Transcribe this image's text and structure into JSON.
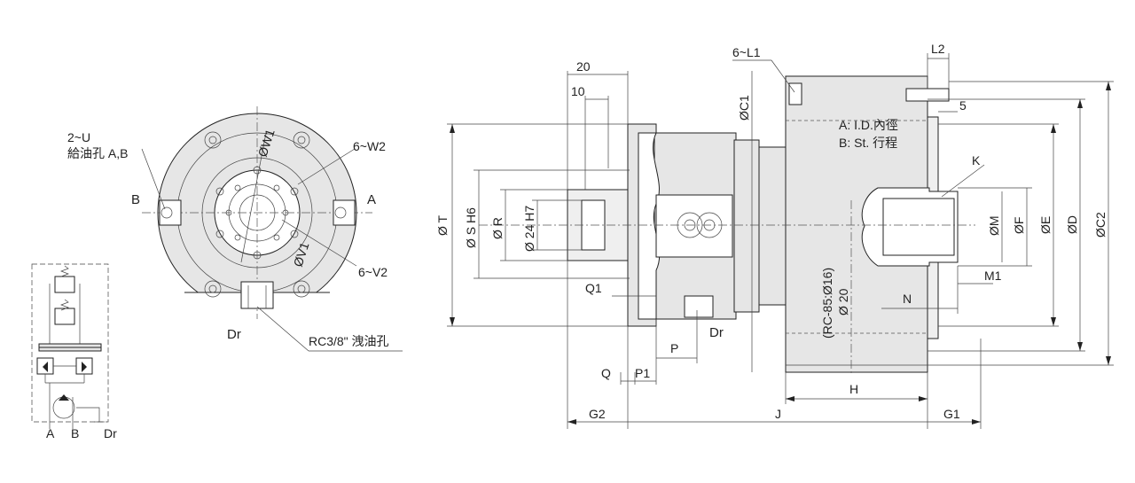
{
  "front_view": {
    "callouts": {
      "supply_qty": "2~U",
      "supply_desc": "給油孔 A,B",
      "port_b": "B",
      "port_a": "A",
      "hole_w2": "6~W2",
      "dia_w1": "ØW1",
      "dia_v1": "ØV1",
      "hole_v2": "6~V2",
      "drain": "Dr",
      "drain_port": "RC3/8\" 洩油孔"
    }
  },
  "circuit": {
    "labels": {
      "a": "A",
      "b": "B",
      "dr": "Dr"
    }
  },
  "side_view": {
    "top": {
      "dim_20": "20",
      "dim_10": "10",
      "l1": "6~L1",
      "c1": "ØC1",
      "l2": "L2",
      "dim_5": "5",
      "k": "K"
    },
    "notes": {
      "a": "A: I.D.內徑",
      "b": "B: St. 行程"
    },
    "left_dims": {
      "t": "Ø T",
      "s": "Ø S  H6",
      "r": "Ø R",
      "h7": "Ø 24 H7"
    },
    "right_dims": {
      "m": "ØM",
      "f": "ØF",
      "e": "ØE",
      "d": "ØD",
      "c2": "ØC2"
    },
    "mid": {
      "rc85": "(RC-85:Ø16)",
      "d20": "Ø 20",
      "m1": "M1",
      "n": "N",
      "q1": "Q1",
      "dr": "Dr",
      "p": "P",
      "q": "Q",
      "p1": "P1",
      "h": "H"
    },
    "bottom": {
      "g2": "G2",
      "j": "J",
      "g1": "G1"
    }
  }
}
